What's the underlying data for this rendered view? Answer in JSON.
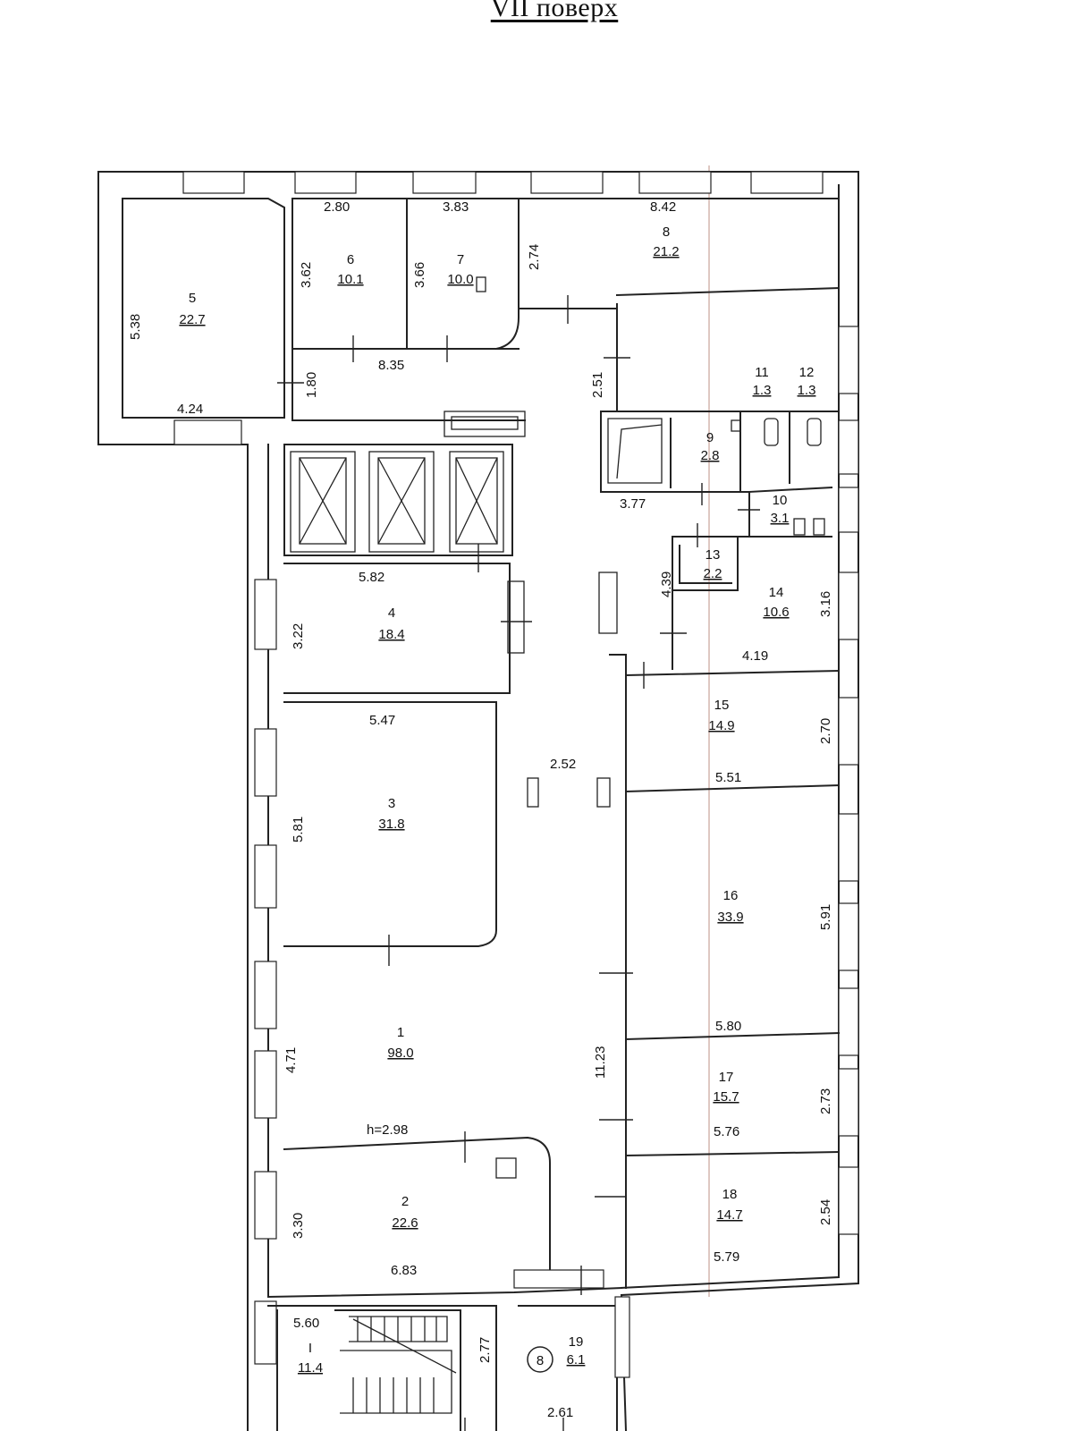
{
  "title": "VII поверх",
  "rooms": [
    {
      "number": "5",
      "area": "22.7"
    },
    {
      "number": "6",
      "area": "10.1"
    },
    {
      "number": "7",
      "area": "10.0"
    },
    {
      "number": "8",
      "area": "21.2"
    },
    {
      "number": "11",
      "area": "1.3"
    },
    {
      "number": "12",
      "area": "1.3"
    },
    {
      "number": "9",
      "area": "2.8"
    },
    {
      "number": "10",
      "area": "3.1"
    },
    {
      "number": "13",
      "area": "2.2"
    },
    {
      "number": "14",
      "area": "10.6"
    },
    {
      "number": "4",
      "area": "18.4"
    },
    {
      "number": "15",
      "area": "14.9"
    },
    {
      "number": "3",
      "area": "31.8"
    },
    {
      "number": "16",
      "area": "33.9"
    },
    {
      "number": "1",
      "area": "98.0"
    },
    {
      "number": "17",
      "area": "15.7"
    },
    {
      "number": "2",
      "area": "22.6"
    },
    {
      "number": "18",
      "area": "14.7"
    },
    {
      "number": "I",
      "area": "11.4"
    },
    {
      "number": "19",
      "area": "6.1"
    }
  ],
  "dimensions": {
    "d_2_80": "2.80",
    "d_3_83": "3.83",
    "d_8_42": "8.42",
    "d_3_62": "3.62",
    "d_3_66": "3.66",
    "d_2_74": "2.74",
    "d_5_38": "5.38",
    "d_4_24": "4.24",
    "d_8_35": "8.35",
    "d_1_80": "1.80",
    "d_2_51": "2.51",
    "d_3_77": "3.77",
    "d_4_39": "4.39",
    "d_3_16": "3.16",
    "d_4_19": "4.19",
    "d_5_82": "5.82",
    "d_3_22": "3.22",
    "d_5_47": "5.47",
    "d_2_52": "2.52",
    "d_2_70": "2.70",
    "d_5_51": "5.51",
    "d_5_81": "5.81",
    "d_5_91": "5.91",
    "d_5_80": "5.80",
    "d_4_71": "4.71",
    "d_11_23": "11.23",
    "d_2_73": "2.73",
    "d_5_76": "5.76",
    "d_height": "h=2.98",
    "d_3_30": "3.30",
    "d_2_54": "2.54",
    "d_5_79": "5.79",
    "d_6_83": "6.83",
    "d_5_60": "5.60",
    "d_2_77": "2.77",
    "d_2_61": "2.61"
  },
  "marker": "8"
}
